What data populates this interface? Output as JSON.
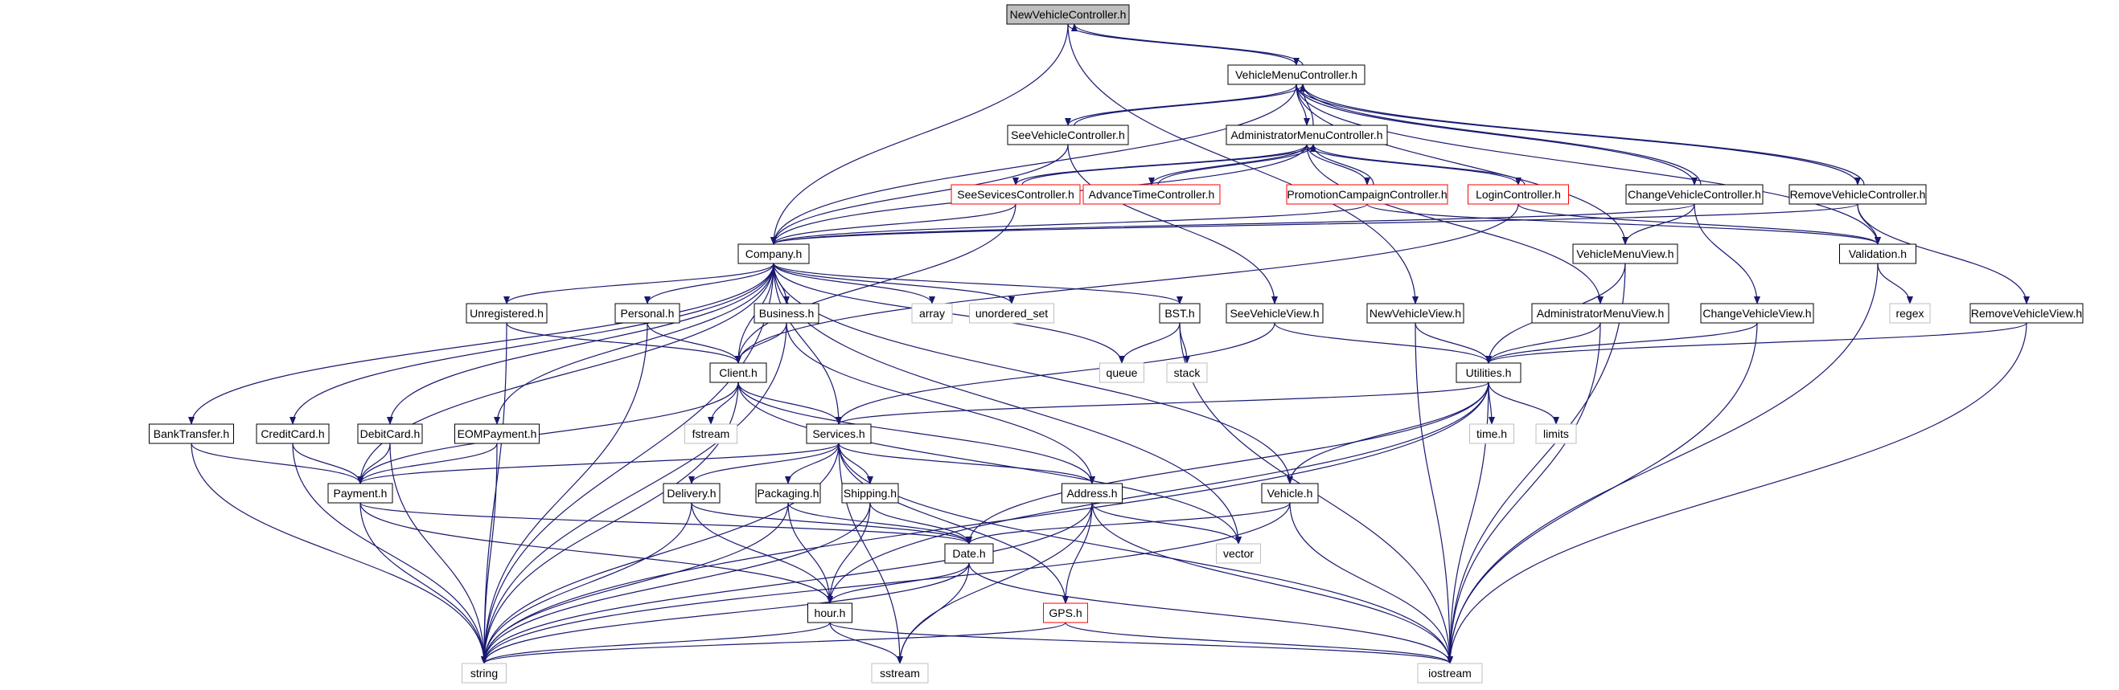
{
  "diagram": {
    "edge_color": "#191970",
    "node_styles": {
      "root": {
        "fill": "#bfbfbf",
        "border": "#000000"
      },
      "normal": {
        "fill": "#ffffff",
        "border": "#000000"
      },
      "missing": {
        "fill": "#ffffff",
        "border": "#ff0000"
      },
      "external": {
        "fill": "#ffffff",
        "border": "#bfbfbf"
      }
    },
    "nodes": [
      {
        "id": "NewVehicleController",
        "label": "NewVehicleController.h",
        "style": "root"
      },
      {
        "id": "VehicleMenuController",
        "label": "VehicleMenuController.h",
        "style": "normal"
      },
      {
        "id": "SeeVehicleController",
        "label": "SeeVehicleController.h",
        "style": "normal"
      },
      {
        "id": "AdministratorMenuController",
        "label": "AdministratorMenuController.h",
        "style": "normal"
      },
      {
        "id": "SeeSevicesController",
        "label": "SeeSevicesController.h",
        "style": "missing"
      },
      {
        "id": "AdvanceTimeController",
        "label": "AdvanceTimeController.h",
        "style": "missing"
      },
      {
        "id": "PromotionCampaignController",
        "label": "PromotionCampaignController.h",
        "style": "missing"
      },
      {
        "id": "LoginController",
        "label": "LoginController.h",
        "style": "missing"
      },
      {
        "id": "ChangeVehicleController",
        "label": "ChangeVehicleController.h",
        "style": "normal"
      },
      {
        "id": "RemoveVehicleController",
        "label": "RemoveVehicleController.h",
        "style": "normal"
      },
      {
        "id": "Company",
        "label": "Company.h",
        "style": "normal"
      },
      {
        "id": "VehicleMenuView",
        "label": "VehicleMenuView.h",
        "style": "normal"
      },
      {
        "id": "Validation",
        "label": "Validation.h",
        "style": "normal"
      },
      {
        "id": "Unregistered",
        "label": "Unregistered.h",
        "style": "normal"
      },
      {
        "id": "Personal",
        "label": "Personal.h",
        "style": "normal"
      },
      {
        "id": "Business",
        "label": "Business.h",
        "style": "normal"
      },
      {
        "id": "array",
        "label": "array",
        "style": "external"
      },
      {
        "id": "unordered_set",
        "label": "unordered_set",
        "style": "external"
      },
      {
        "id": "BST",
        "label": "BST.h",
        "style": "normal"
      },
      {
        "id": "SeeVehicleView",
        "label": "SeeVehicleView.h",
        "style": "normal"
      },
      {
        "id": "NewVehicleView",
        "label": "NewVehicleView.h",
        "style": "normal"
      },
      {
        "id": "AdministratorMenuView",
        "label": "AdministratorMenuView.h",
        "style": "normal"
      },
      {
        "id": "ChangeVehicleView",
        "label": "ChangeVehicleView.h",
        "style": "normal"
      },
      {
        "id": "RemoveVehicleView",
        "label": "RemoveVehicleView.h",
        "style": "normal"
      },
      {
        "id": "regex",
        "label": "regex",
        "style": "external"
      },
      {
        "id": "Client",
        "label": "Client.h",
        "style": "normal"
      },
      {
        "id": "queue",
        "label": "queue",
        "style": "external"
      },
      {
        "id": "stack",
        "label": "stack",
        "style": "external"
      },
      {
        "id": "Utilities",
        "label": "Utilities.h",
        "style": "normal"
      },
      {
        "id": "BankTransfer",
        "label": "BankTransfer.h",
        "style": "normal"
      },
      {
        "id": "CreditCard",
        "label": "CreditCard.h",
        "style": "normal"
      },
      {
        "id": "DebitCard",
        "label": "DebitCard.h",
        "style": "normal"
      },
      {
        "id": "EOMPayment",
        "label": "EOMPayment.h",
        "style": "normal"
      },
      {
        "id": "fstream",
        "label": "fstream",
        "style": "external"
      },
      {
        "id": "Services",
        "label": "Services.h",
        "style": "normal"
      },
      {
        "id": "time",
        "label": "time.h",
        "style": "external"
      },
      {
        "id": "limits",
        "label": "limits",
        "style": "external"
      },
      {
        "id": "Payment",
        "label": "Payment.h",
        "style": "normal"
      },
      {
        "id": "Delivery",
        "label": "Delivery.h",
        "style": "normal"
      },
      {
        "id": "Packaging",
        "label": "Packaging.h",
        "style": "normal"
      },
      {
        "id": "Shipping",
        "label": "Shipping.h",
        "style": "normal"
      },
      {
        "id": "Address",
        "label": "Address.h",
        "style": "normal"
      },
      {
        "id": "Vehicle",
        "label": "Vehicle.h",
        "style": "normal"
      },
      {
        "id": "Date",
        "label": "Date.h",
        "style": "normal"
      },
      {
        "id": "vector",
        "label": "vector",
        "style": "external"
      },
      {
        "id": "hour",
        "label": "hour.h",
        "style": "normal"
      },
      {
        "id": "GPS",
        "label": "GPS.h",
        "style": "missing"
      },
      {
        "id": "string",
        "label": "string",
        "style": "external"
      },
      {
        "id": "sstream",
        "label": "sstream",
        "style": "external"
      },
      {
        "id": "iostream",
        "label": "iostream",
        "style": "external"
      }
    ],
    "edges": [
      [
        "NewVehicleController",
        "VehicleMenuController"
      ],
      [
        "NewVehicleController",
        "Company"
      ],
      [
        "NewVehicleController",
        "NewVehicleView"
      ],
      [
        "VehicleMenuController",
        "NewVehicleController"
      ],
      [
        "VehicleMenuController",
        "SeeVehicleController"
      ],
      [
        "VehicleMenuController",
        "AdministratorMenuController"
      ],
      [
        "VehicleMenuController",
        "ChangeVehicleController"
      ],
      [
        "VehicleMenuController",
        "RemoveVehicleController"
      ],
      [
        "VehicleMenuController",
        "Company"
      ],
      [
        "VehicleMenuController",
        "VehicleMenuView"
      ],
      [
        "VehicleMenuController",
        "Validation"
      ],
      [
        "SeeVehicleController",
        "VehicleMenuController"
      ],
      [
        "SeeVehicleController",
        "Company"
      ],
      [
        "SeeVehicleController",
        "SeeVehicleView"
      ],
      [
        "AdministratorMenuController",
        "VehicleMenuController"
      ],
      [
        "AdministratorMenuController",
        "SeeSevicesController"
      ],
      [
        "AdministratorMenuController",
        "AdvanceTimeController"
      ],
      [
        "AdministratorMenuController",
        "PromotionCampaignController"
      ],
      [
        "AdministratorMenuController",
        "LoginController"
      ],
      [
        "AdministratorMenuController",
        "Company"
      ],
      [
        "AdministratorMenuController",
        "AdministratorMenuView"
      ],
      [
        "SeeSevicesController",
        "AdministratorMenuController"
      ],
      [
        "SeeSevicesController",
        "Company"
      ],
      [
        "SeeSevicesController",
        "Client"
      ],
      [
        "AdvanceTimeController",
        "AdministratorMenuController"
      ],
      [
        "PromotionCampaignController",
        "AdministratorMenuController"
      ],
      [
        "PromotionCampaignController",
        "Company"
      ],
      [
        "PromotionCampaignController",
        "Validation"
      ],
      [
        "LoginController",
        "AdministratorMenuController"
      ],
      [
        "LoginController",
        "Validation"
      ],
      [
        "LoginController",
        "Client"
      ],
      [
        "ChangeVehicleController",
        "VehicleMenuController"
      ],
      [
        "ChangeVehicleController",
        "Company"
      ],
      [
        "ChangeVehicleController",
        "VehicleMenuView"
      ],
      [
        "ChangeVehicleController",
        "ChangeVehicleView"
      ],
      [
        "RemoveVehicleController",
        "VehicleMenuController"
      ],
      [
        "RemoveVehicleController",
        "Validation"
      ],
      [
        "RemoveVehicleController",
        "Company"
      ],
      [
        "RemoveVehicleController",
        "RemoveVehicleView"
      ],
      [
        "Company",
        "Unregistered"
      ],
      [
        "Company",
        "Personal"
      ],
      [
        "Company",
        "Business"
      ],
      [
        "Company",
        "Client"
      ],
      [
        "Company",
        "array"
      ],
      [
        "Company",
        "unordered_set"
      ],
      [
        "Company",
        "BST"
      ],
      [
        "Company",
        "queue"
      ],
      [
        "Company",
        "BankTransfer"
      ],
      [
        "Company",
        "CreditCard"
      ],
      [
        "Company",
        "DebitCard"
      ],
      [
        "Company",
        "EOMPayment"
      ],
      [
        "Company",
        "Payment"
      ],
      [
        "Company",
        "Services"
      ],
      [
        "Company",
        "Vehicle"
      ],
      [
        "Company",
        "vector"
      ],
      [
        "Company",
        "string"
      ],
      [
        "VehicleMenuView",
        "Utilities"
      ],
      [
        "VehicleMenuView",
        "iostream"
      ],
      [
        "Validation",
        "regex"
      ],
      [
        "Validation",
        "iostream"
      ],
      [
        "Unregistered",
        "Client"
      ],
      [
        "Unregistered",
        "string"
      ],
      [
        "Personal",
        "Client"
      ],
      [
        "Personal",
        "string"
      ],
      [
        "Business",
        "Client"
      ],
      [
        "Business",
        "Address"
      ],
      [
        "Business",
        "string"
      ],
      [
        "BST",
        "queue"
      ],
      [
        "BST",
        "stack"
      ],
      [
        "BST",
        "iostream"
      ],
      [
        "SeeVehicleView",
        "Utilities"
      ],
      [
        "SeeVehicleView",
        "Services"
      ],
      [
        "NewVehicleView",
        "Utilities"
      ],
      [
        "NewVehicleView",
        "iostream"
      ],
      [
        "AdministratorMenuView",
        "Utilities"
      ],
      [
        "AdministratorMenuView",
        "iostream"
      ],
      [
        "ChangeVehicleView",
        "Utilities"
      ],
      [
        "ChangeVehicleView",
        "iostream"
      ],
      [
        "RemoveVehicleView",
        "Utilities"
      ],
      [
        "RemoveVehicleView",
        "iostream"
      ],
      [
        "Client",
        "fstream"
      ],
      [
        "Client",
        "Services"
      ],
      [
        "Client",
        "Payment"
      ],
      [
        "Client",
        "Address"
      ],
      [
        "Client",
        "vector"
      ],
      [
        "Client",
        "string"
      ],
      [
        "Utilities",
        "time"
      ],
      [
        "Utilities",
        "limits"
      ],
      [
        "Utilities",
        "Vehicle"
      ],
      [
        "Utilities",
        "Services"
      ],
      [
        "Utilities",
        "Date"
      ],
      [
        "Utilities",
        "hour"
      ],
      [
        "Utilities",
        "string"
      ],
      [
        "Utilities",
        "iostream"
      ],
      [
        "BankTransfer",
        "Payment"
      ],
      [
        "BankTransfer",
        "string"
      ],
      [
        "CreditCard",
        "Payment"
      ],
      [
        "CreditCard",
        "string"
      ],
      [
        "DebitCard",
        "Payment"
      ],
      [
        "DebitCard",
        "string"
      ],
      [
        "EOMPayment",
        "Payment"
      ],
      [
        "EOMPayment",
        "string"
      ],
      [
        "Services",
        "Payment"
      ],
      [
        "Services",
        "Delivery"
      ],
      [
        "Services",
        "Packaging"
      ],
      [
        "Services",
        "Shipping"
      ],
      [
        "Services",
        "Address"
      ],
      [
        "Services",
        "GPS"
      ],
      [
        "Services",
        "string"
      ],
      [
        "Services",
        "sstream"
      ],
      [
        "Services",
        "iostream"
      ],
      [
        "Payment",
        "Date"
      ],
      [
        "Payment",
        "hour"
      ],
      [
        "Payment",
        "string"
      ],
      [
        "Delivery",
        "Date"
      ],
      [
        "Delivery",
        "hour"
      ],
      [
        "Delivery",
        "string"
      ],
      [
        "Packaging",
        "Date"
      ],
      [
        "Packaging",
        "hour"
      ],
      [
        "Packaging",
        "string"
      ],
      [
        "Shipping",
        "Date"
      ],
      [
        "Shipping",
        "hour"
      ],
      [
        "Shipping",
        "string"
      ],
      [
        "Address",
        "GPS"
      ],
      [
        "Address",
        "vector"
      ],
      [
        "Address",
        "sstream"
      ],
      [
        "Address",
        "string"
      ],
      [
        "Address",
        "iostream"
      ],
      [
        "Vehicle",
        "Date"
      ],
      [
        "Vehicle",
        "string"
      ],
      [
        "Vehicle",
        "iostream"
      ],
      [
        "Date",
        "hour"
      ],
      [
        "Date",
        "string"
      ],
      [
        "Date",
        "sstream"
      ],
      [
        "Date",
        "iostream"
      ],
      [
        "hour",
        "string"
      ],
      [
        "hour",
        "sstream"
      ],
      [
        "hour",
        "iostream"
      ],
      [
        "GPS",
        "string"
      ],
      [
        "GPS",
        "iostream"
      ]
    ]
  }
}
